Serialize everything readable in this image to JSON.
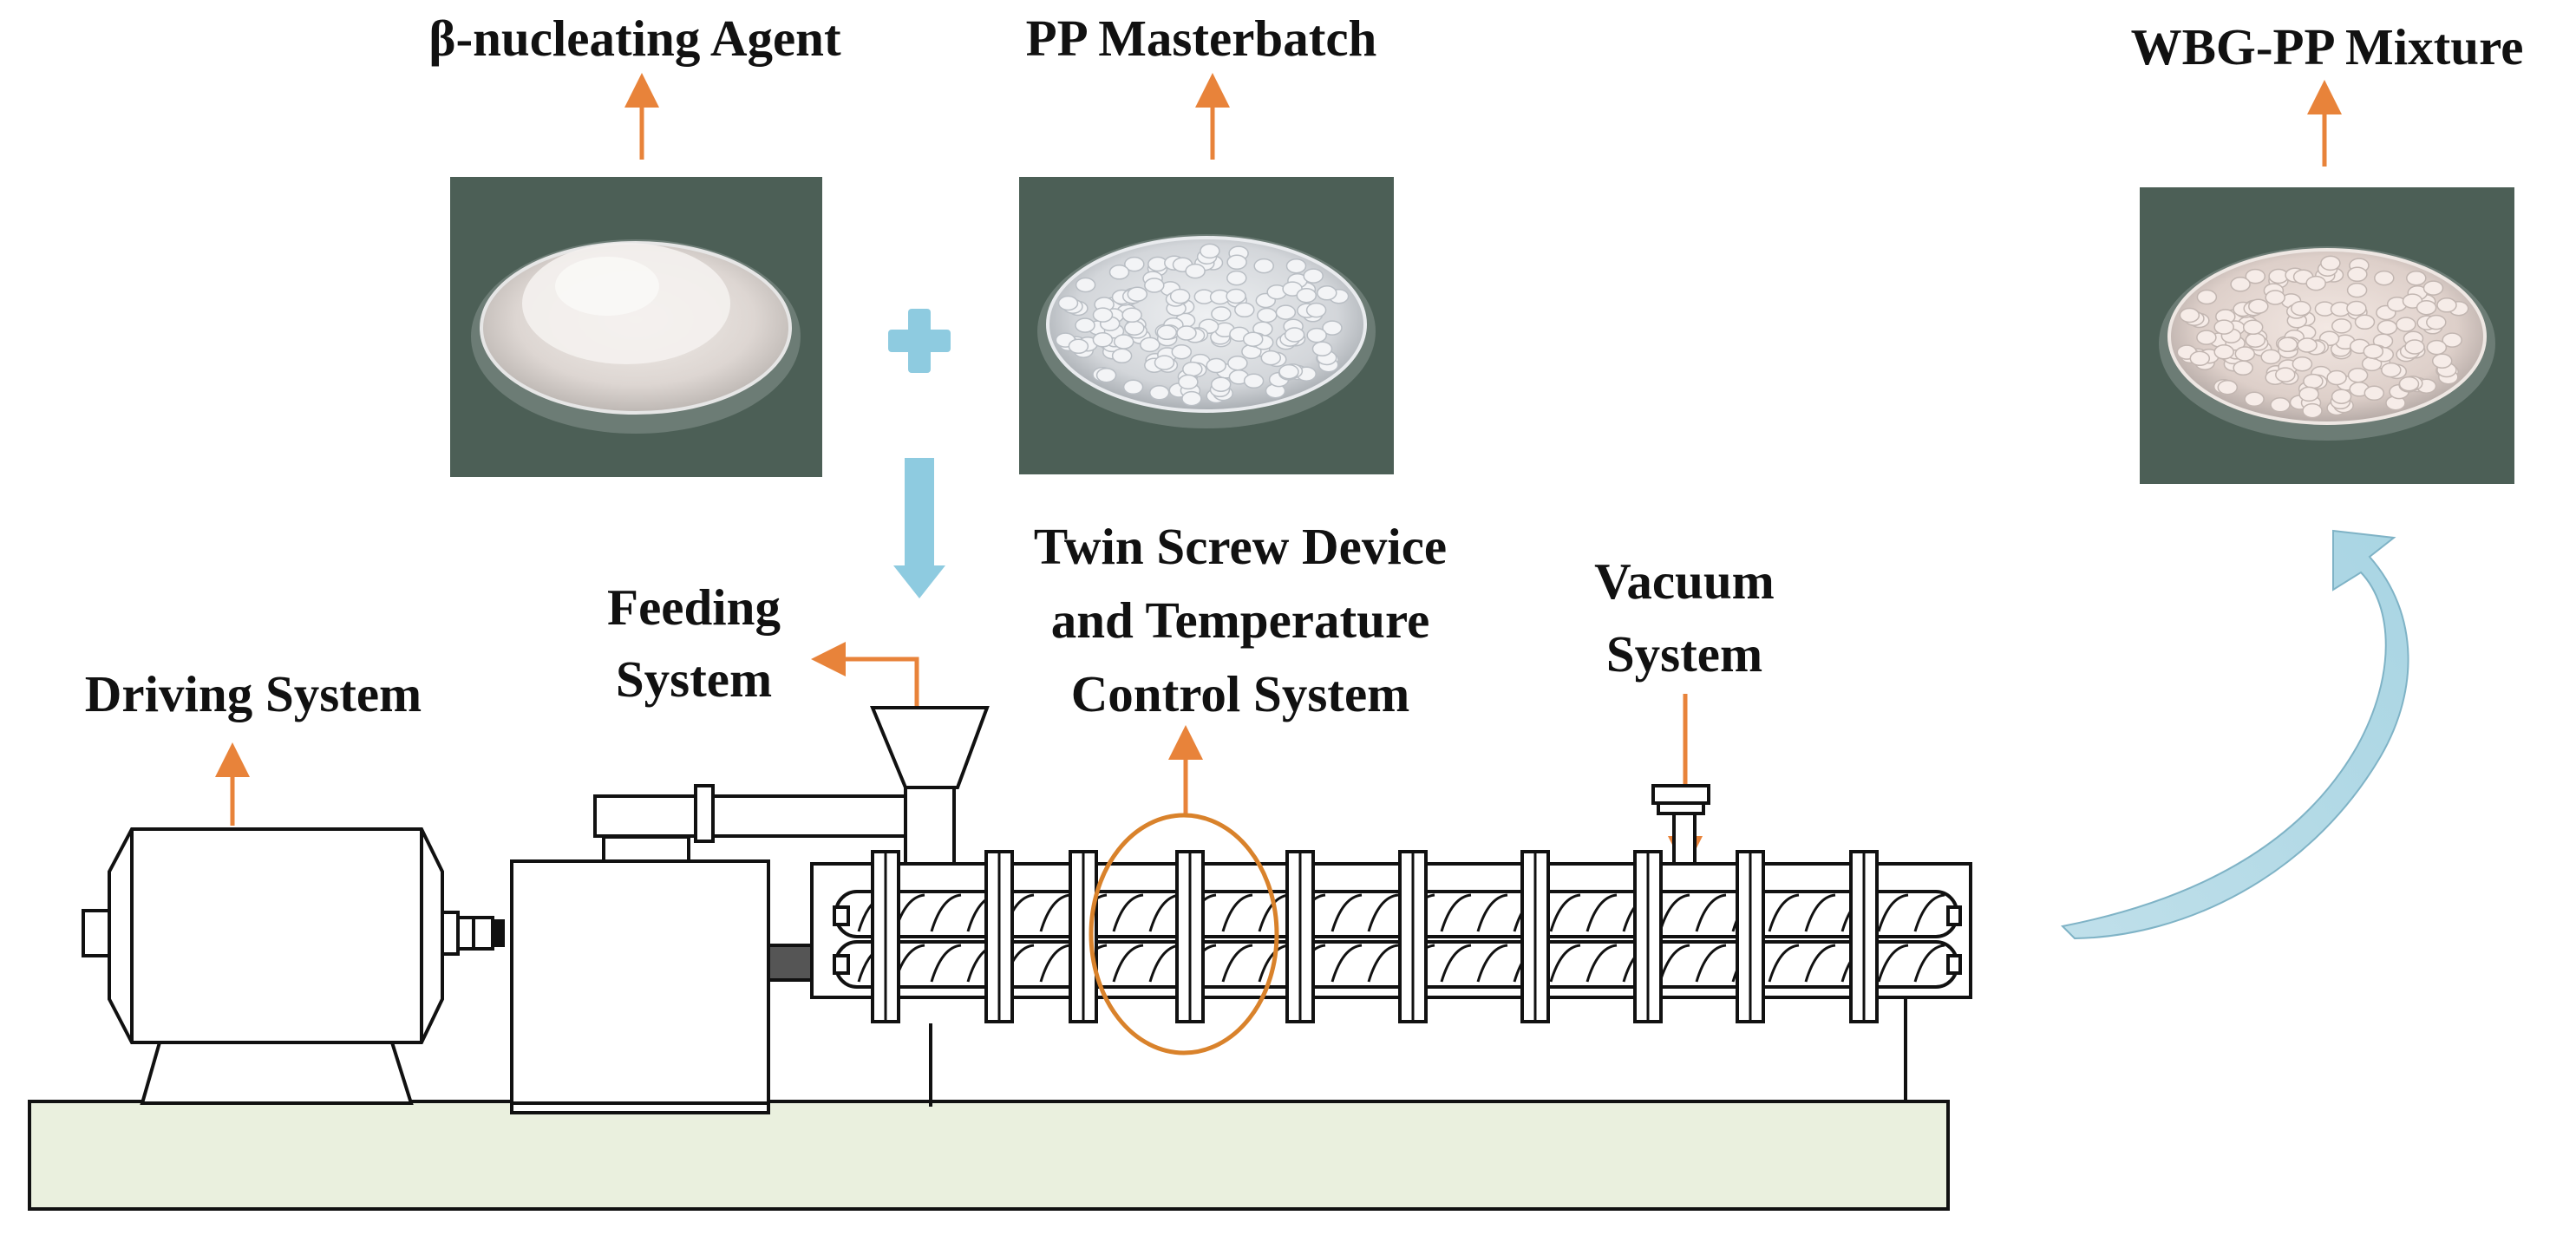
{
  "ingredients": {
    "nucleating_agent_label": "β-nucleating Agent",
    "pp_masterbatch_label": "PP Masterbatch"
  },
  "product": {
    "mixture_label": "WBG-PP Mixture"
  },
  "machine": {
    "driving_label": "Driving System",
    "feeding_label_line1": "Feeding",
    "feeding_label_line2": "System",
    "twin_label_line1": "Twin Screw Device",
    "twin_label_line2": "and Temperature",
    "twin_label_line3": "Control System",
    "vacuum_label_line1": "Vacuum",
    "vacuum_label_line2": "System"
  },
  "colors": {
    "pointer_arrow": "#e8833a",
    "flow_arrow": "#9ecfdf",
    "base_fill": "#eaf0de",
    "photo_background": "#4c5f56",
    "outline": "#111111"
  },
  "icons": [
    "plus-icon",
    "down-flow-arrow-icon",
    "curved-flow-arrow-icon"
  ]
}
